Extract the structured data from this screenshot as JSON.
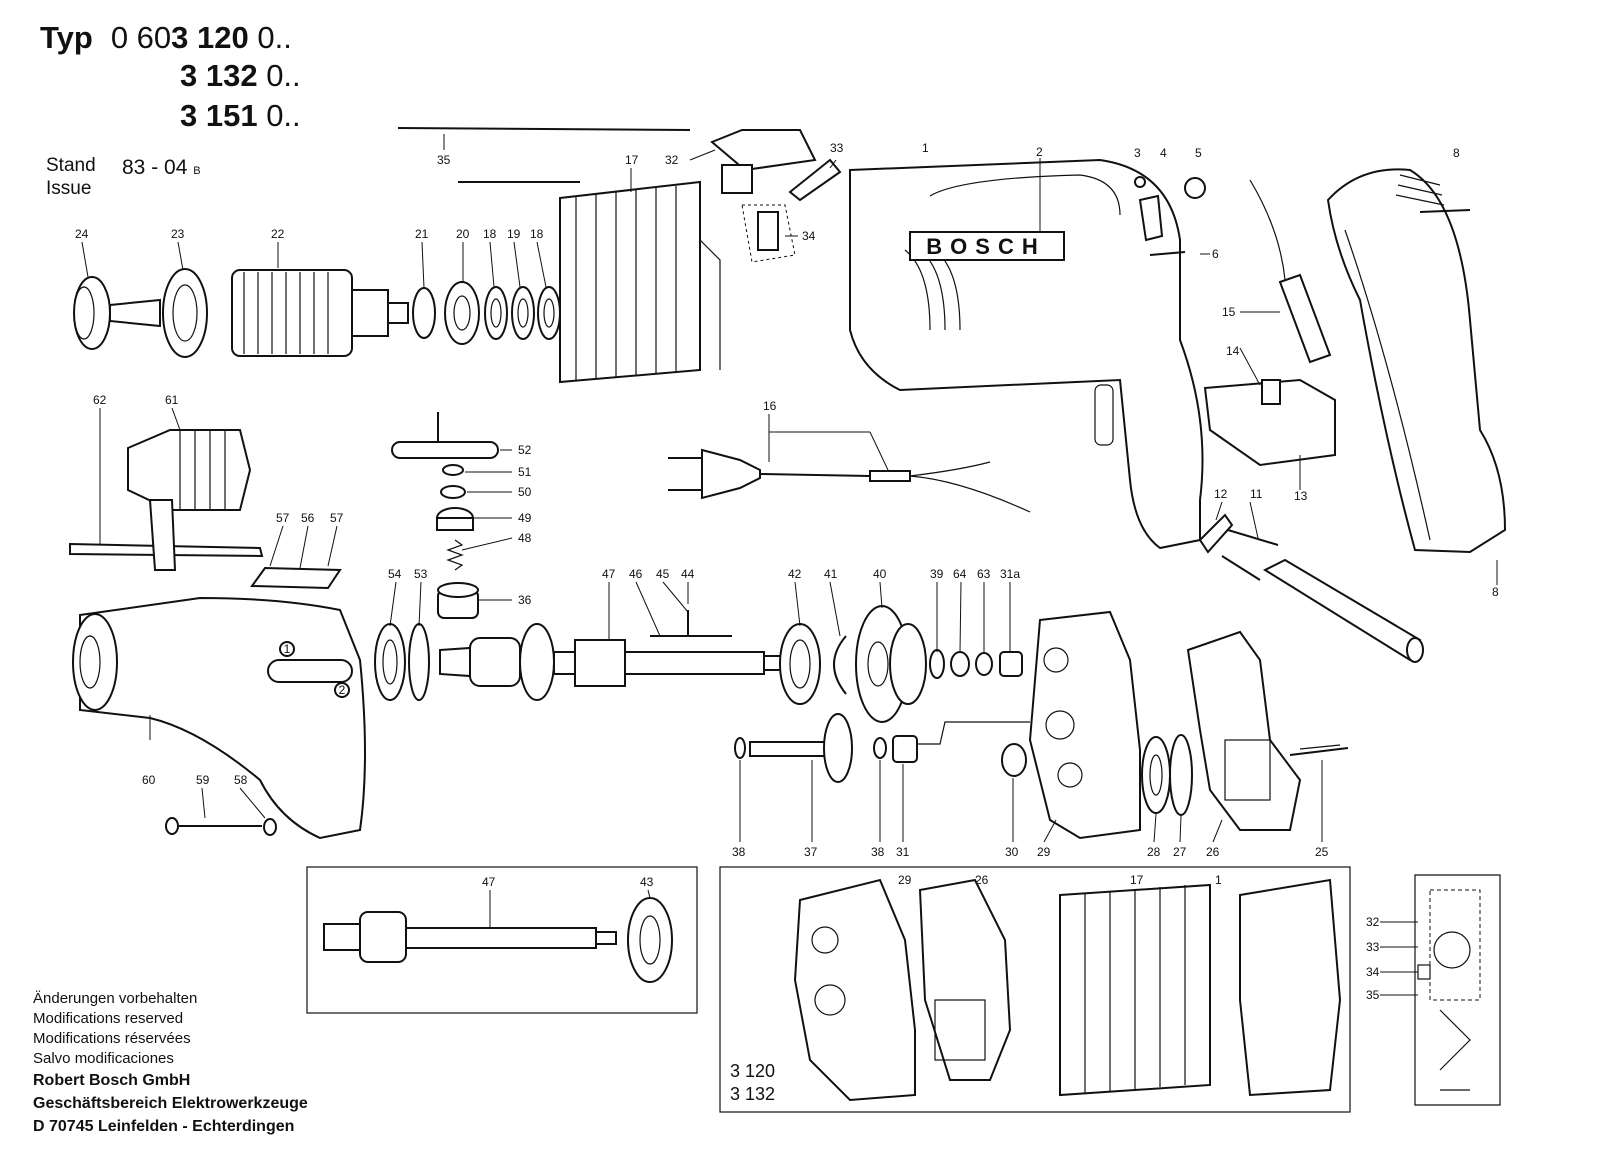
{
  "header": {
    "typ_label": "Typ",
    "models": [
      {
        "prefix": "0 60",
        "bold": "3 120",
        "suffix": " 0.."
      },
      {
        "prefix": "",
        "bold": "3 132",
        "suffix": " 0.."
      },
      {
        "prefix": "",
        "bold": "3 151",
        "suffix": " 0.."
      }
    ],
    "stand_label": "Stand",
    "issue_label": "Issue",
    "stand_value": "83 - 04",
    "stand_suffix": "B"
  },
  "diagram": {
    "brand_text": "BOSCH",
    "nameplate_labels": [
      "1",
      "2"
    ],
    "callouts": [
      "1",
      "2",
      "3",
      "4",
      "5",
      "6",
      "8",
      "8",
      "11",
      "12",
      "13",
      "14",
      "15",
      "16",
      "17",
      "18",
      "18",
      "19",
      "20",
      "21",
      "22",
      "23",
      "24",
      "25",
      "26",
      "27",
      "28",
      "29",
      "30",
      "31",
      "31a",
      "32",
      "33",
      "34",
      "35",
      "36",
      "37",
      "38",
      "38",
      "39",
      "40",
      "41",
      "42",
      "44",
      "45",
      "46",
      "47",
      "48",
      "49",
      "50",
      "51",
      "52",
      "53",
      "54",
      "56",
      "57",
      "57",
      "58",
      "59",
      "60",
      "61",
      "62",
      "63",
      "64"
    ],
    "inset_shaft_callouts": [
      "47",
      "43"
    ],
    "inset_variant_callouts": [
      "29",
      "26",
      "17",
      "1"
    ],
    "inset_variant_models": [
      "3 120",
      "3 132"
    ],
    "wiring_callouts": [
      "32",
      "33",
      "34",
      "35"
    ]
  },
  "footer": {
    "notes": [
      "Änderungen vorbehalten",
      "Modifications reserved",
      "Modifications réservées",
      "Salvo modificaciones"
    ],
    "company_lines": [
      "Robert Bosch GmbH",
      "Geschäftsbereich Elektrowerkzeuge",
      "D 70745 Leinfelden - Echterdingen"
    ]
  }
}
